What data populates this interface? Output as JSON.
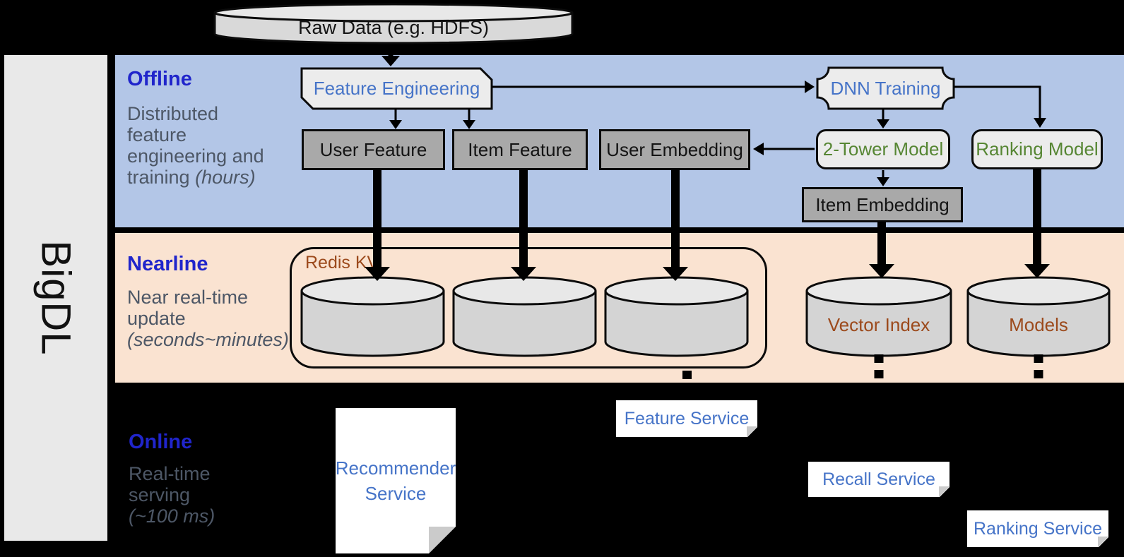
{
  "brand": {
    "label": "BigDL"
  },
  "raw_data": {
    "label": "Raw Data (e.g. HDFS)"
  },
  "offline": {
    "title": "Offline",
    "desc_lines": [
      "Distributed",
      "feature",
      "engineering and"
    ],
    "desc_tail": "training",
    "desc_italic": "(hours)",
    "nodes": {
      "feature_engineering": "Feature Engineering",
      "dnn_training": "DNN Training",
      "user_feature": "User Feature",
      "item_feature": "Item Feature",
      "user_embedding": "User Embedding",
      "two_tower_model": "2-Tower Model",
      "ranking_model": "Ranking Model",
      "item_embedding": "Item Embedding"
    }
  },
  "nearline": {
    "title": "Nearline",
    "desc_lines": [
      "Near real-time",
      "update"
    ],
    "desc_italic": "(seconds~minutes)",
    "redis_kv": "Redis KV",
    "vector_index": "Vector Index",
    "models": "Models"
  },
  "online": {
    "title": "Online",
    "desc_lines": [
      "Real-time",
      "serving"
    ],
    "desc_italic": "(~100 ms)",
    "recommender_service": "Recommender Service",
    "feature_service": "Feature Service",
    "recall_service": "Recall Service",
    "ranking_service": "Ranking Service"
  },
  "colors": {
    "offline_band": "#b3c6e7",
    "nearline_band": "#fae3d1",
    "online_background": "#000000",
    "section_title_blue": "#2025cb",
    "node_label_blue": "#4674c8",
    "model_label_green": "#568633",
    "storage_label_brown": "#9c4a1c",
    "gray_node_fill": "#a9a9a9",
    "light_node_fill": "#ececec",
    "description_gray": "#4d5766"
  }
}
